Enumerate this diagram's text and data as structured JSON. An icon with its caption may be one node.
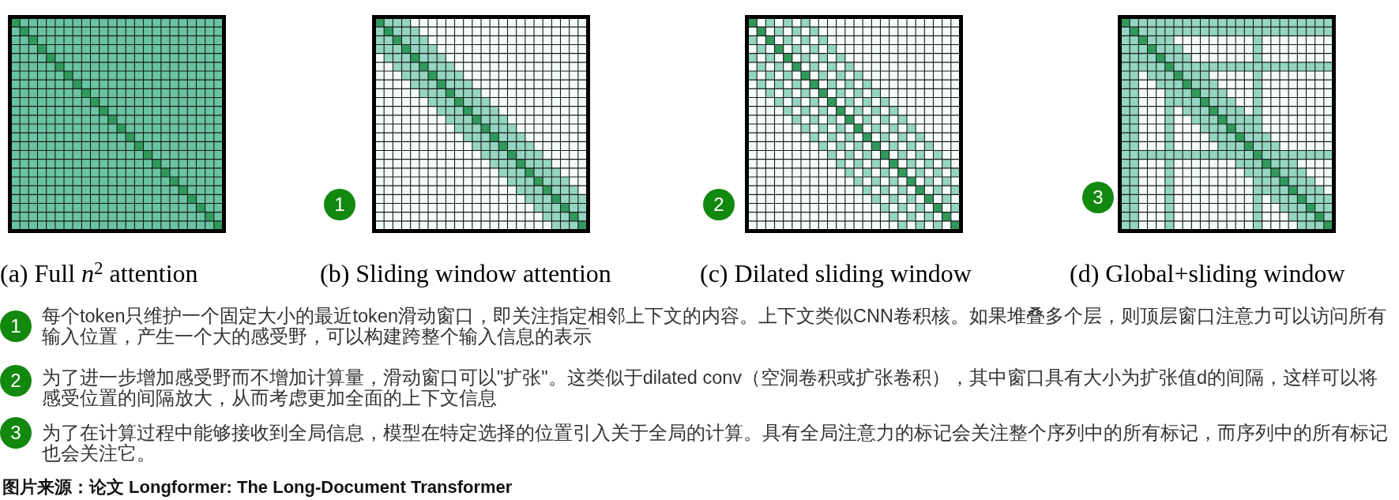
{
  "diagram": {
    "nodes": [
      {
        "text": [
          "(a) Full *n*$^{2}$ attention"
        ]
      },
      {
        "text": [
          "1"
        ]
      },
      {
        "text": [
          "(b) Sliding window attention"
        ]
      },
      {
        "text": [
          "2"
        ]
      },
      {
        "text": [
          "(c) Dilated sliding window"
        ]
      },
      {
        "text": [
          "3"
        ]
      },
      {
        "text": [
          "(d) Global+sliding window"
        ]
      },
      {
        "text": [
          "1"
        ],
        "beside": [
          "每个token只维护一个固定大小的最近token滑动窗口，即关注指定相邻上下文的内容。上下文类似CNN卷积核。如果堆叠多个层，则顶层窗口注意力可以访问所有输入位置，产生一个大的感受野，可以构建跨整个输入信息的表示"
        ]
      },
      {
        "text": [
          "2"
        ],
        "beside": [
          "为了进一步增加感受野而不增加计算量，滑动窗口可以\"扩张\"。这类似于dilated conv（空洞卷积或扩张卷积），其中窗口具有大小为扩张值d的间隔，这样可以将感受位置的间隔放大，从而考虑更加全面的上下文信息"
        ]
      },
      {
        "text": [
          "3"
        ],
        "beside": [
          "为了在计算过程中能够接收到全局信息，模型在特定选择的位置引入关于全局的计算。具有全局注意力的标记会关注整个序列中的所有标记，而序列中的所有标记也会关注它。"
        ]
      }
    ],
    "labels": [
      "图片来源：论文 Longformer: The Long-Document Transformer"
    ]
  }
}
